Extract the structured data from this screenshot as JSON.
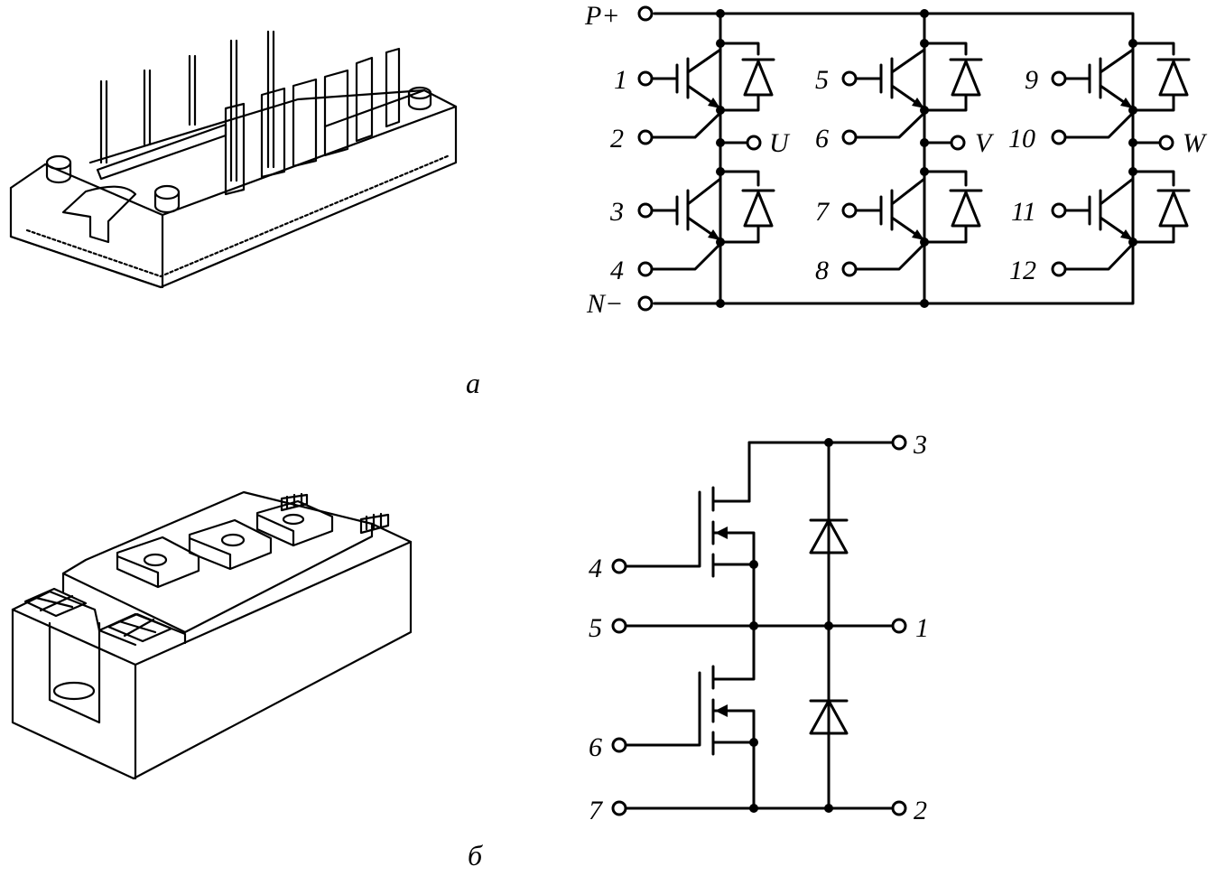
{
  "figure_a": {
    "caption": "a",
    "terminals": {
      "P": "P+",
      "N": "N−",
      "g1": "1",
      "e2": "2",
      "g3": "3",
      "e4": "4",
      "g5": "5",
      "e6": "6",
      "g7": "7",
      "e8": "8",
      "g9": "9",
      "e10": "10",
      "g11": "11",
      "e12": "12",
      "U": "U",
      "V": "V",
      "W": "W"
    }
  },
  "figure_b": {
    "caption": "б",
    "terminals": {
      "t1": "1",
      "t2": "2",
      "t3": "3",
      "t4": "4",
      "t5": "5",
      "t6": "6",
      "t7": "7"
    }
  },
  "icons": [
    "igbt-power-module-drawing",
    "mosfet-power-module-drawing",
    "igbt-symbol",
    "mosfet-symbol",
    "diode-symbol"
  ]
}
